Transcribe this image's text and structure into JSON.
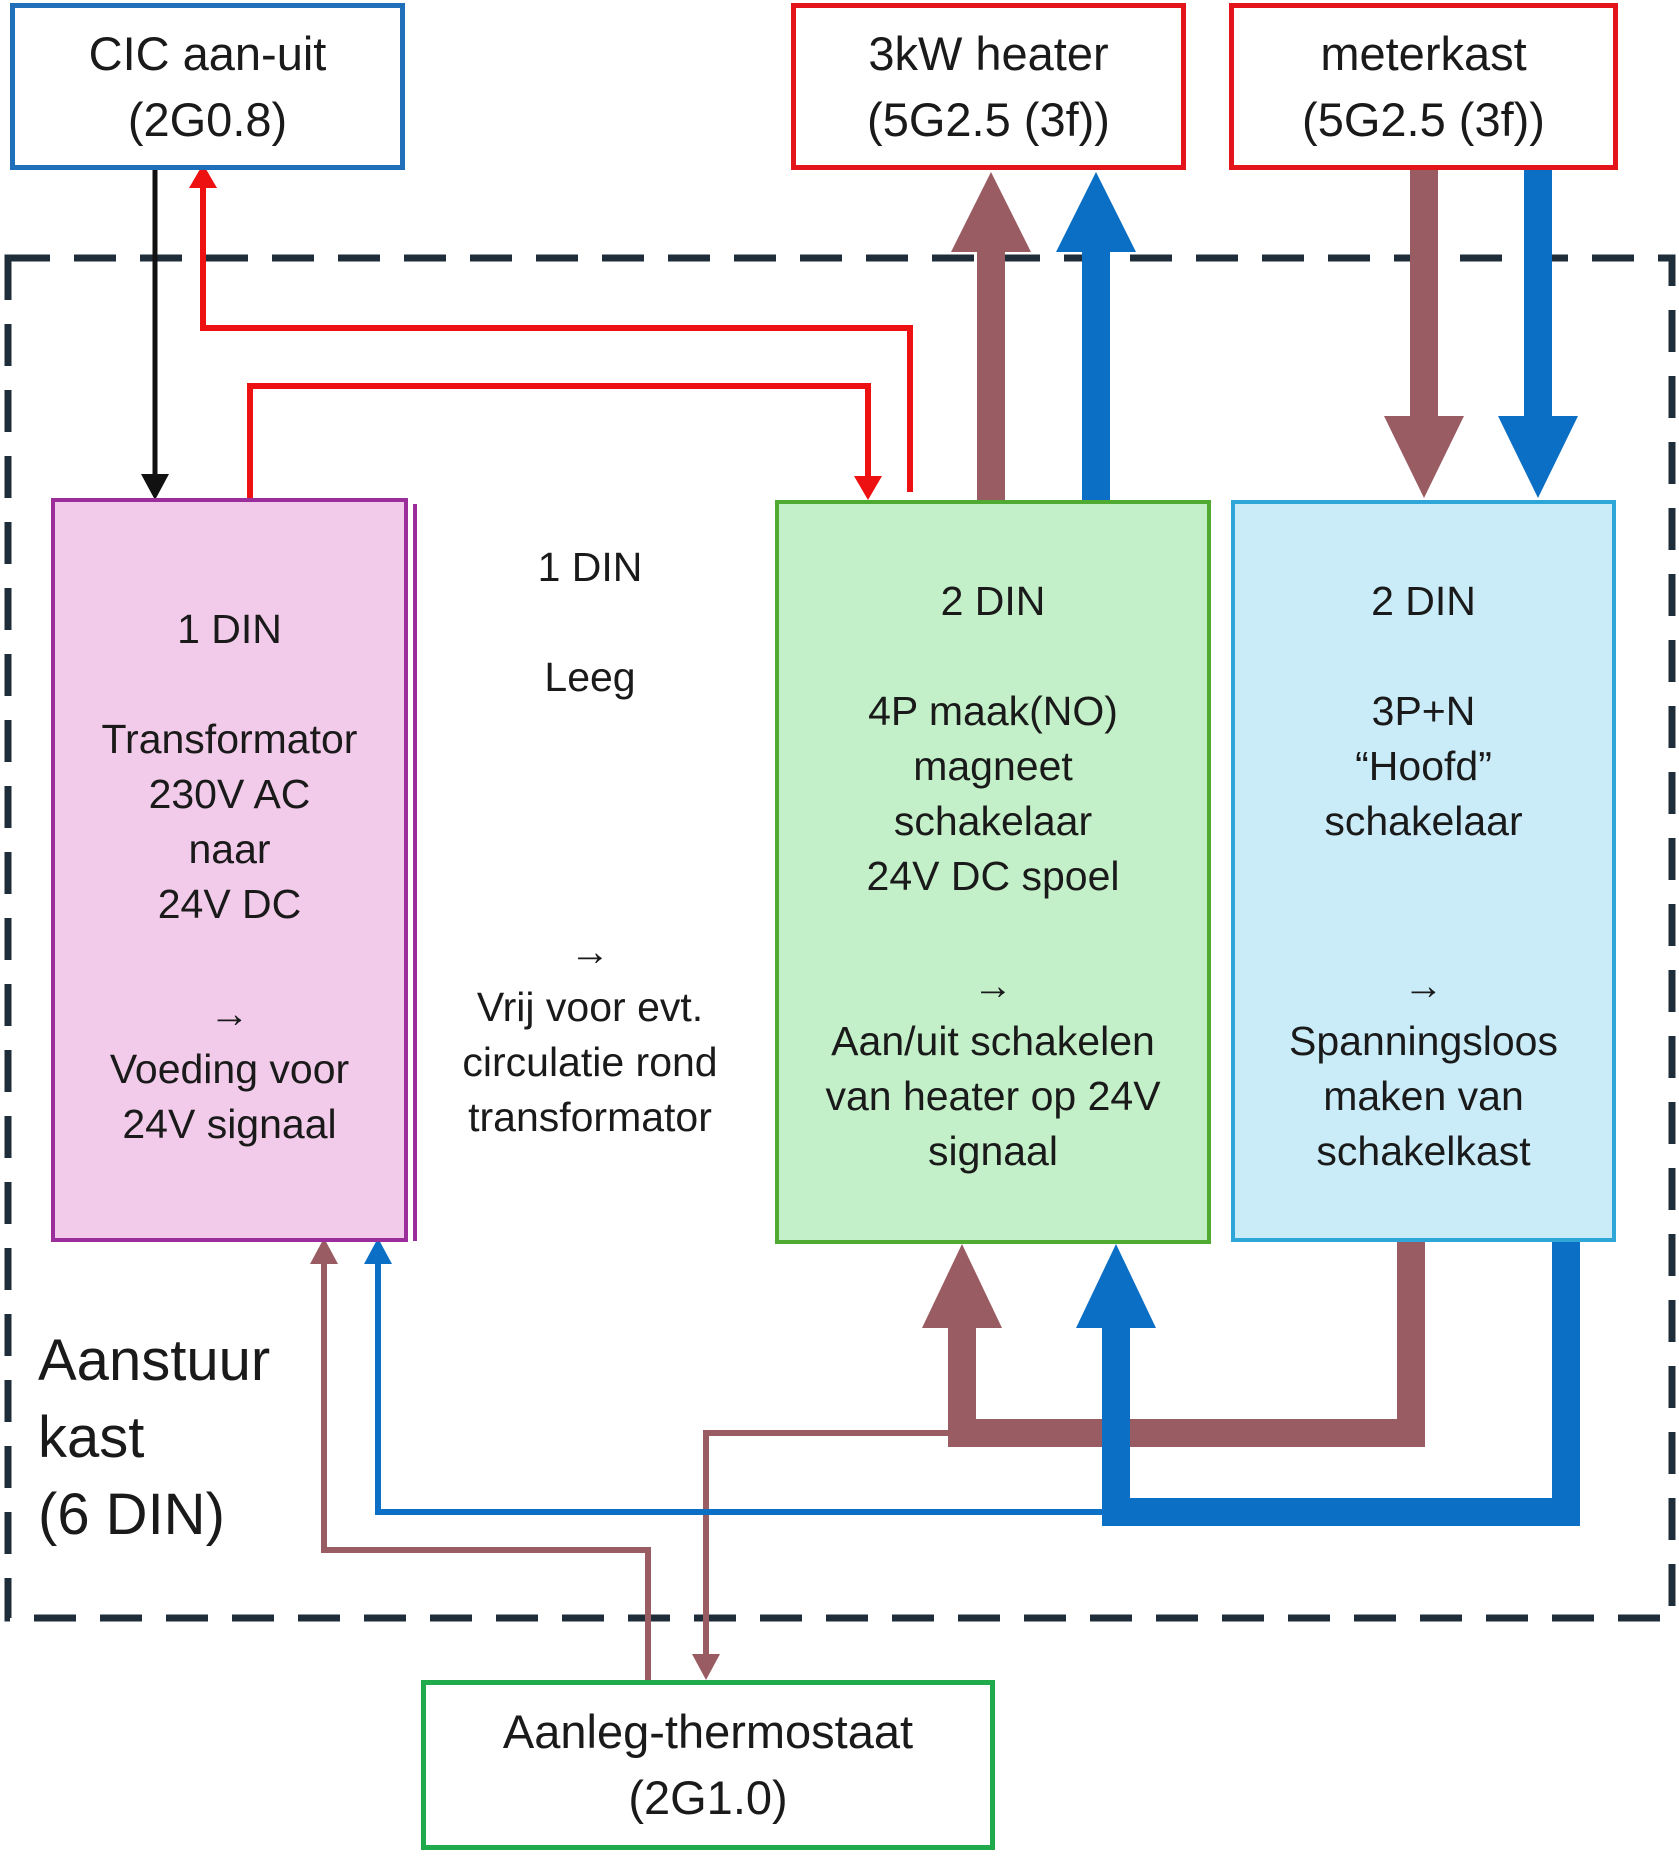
{
  "colors": {
    "blue_box": "#1f6fba",
    "red_box": "#e3151a",
    "green_box": "#1faa4b",
    "purple_border": "#9b2e9b",
    "pink_fill": "#f1cbe9",
    "green_border": "#4faa31",
    "green_fill": "#c3f0c8",
    "cyan_border": "#2ea7d8",
    "cyan_fill": "#c9ecf8",
    "wire_red": "#ee1111",
    "wire_brown": "#9a5c63",
    "wire_blue": "#0a6fc5",
    "wire_black": "#111111",
    "dash": "#1f2d3a"
  },
  "external": {
    "cic": {
      "line1": "CIC aan-uit",
      "line2": "(2G0.8)"
    },
    "heater": {
      "line1": "3kW heater",
      "line2": "(5G2.5 (3f))"
    },
    "meterkast": {
      "line1": "meterkast",
      "line2": "(5G2.5 (3f))"
    },
    "thermostat": {
      "line1": "Aanleg-thermostaat",
      "line2": "(2G1.0)"
    }
  },
  "modules": {
    "transformer": {
      "size": "1 DIN",
      "lines": [
        "Transformator",
        "230V AC",
        "naar",
        "24V DC"
      ],
      "arrow": "→",
      "purpose": [
        "Voeding voor",
        "24V signaal"
      ]
    },
    "empty": {
      "size": "1 DIN",
      "name": "Leeg",
      "arrow": "→",
      "purpose": [
        "Vrij voor evt.",
        "circulatie rond",
        "transformator"
      ]
    },
    "contactor": {
      "size": "2 DIN",
      "lines": [
        "4P maak(NO)",
        "magneet",
        "schakelaar",
        "24V DC spoel"
      ],
      "arrow": "→",
      "purpose": [
        "Aan/uit schakelen",
        "van heater op 24V",
        "signaal"
      ]
    },
    "main_switch": {
      "size": "2 DIN",
      "lines": [
        "3P+N",
        "“Hoofd”",
        "schakelaar"
      ],
      "arrow": "→",
      "purpose": [
        "Spanningsloos",
        "maken van",
        "schakelkast"
      ]
    }
  },
  "enclosure": {
    "label": [
      "Aanstuur",
      "kast",
      "(6 DIN)"
    ]
  }
}
